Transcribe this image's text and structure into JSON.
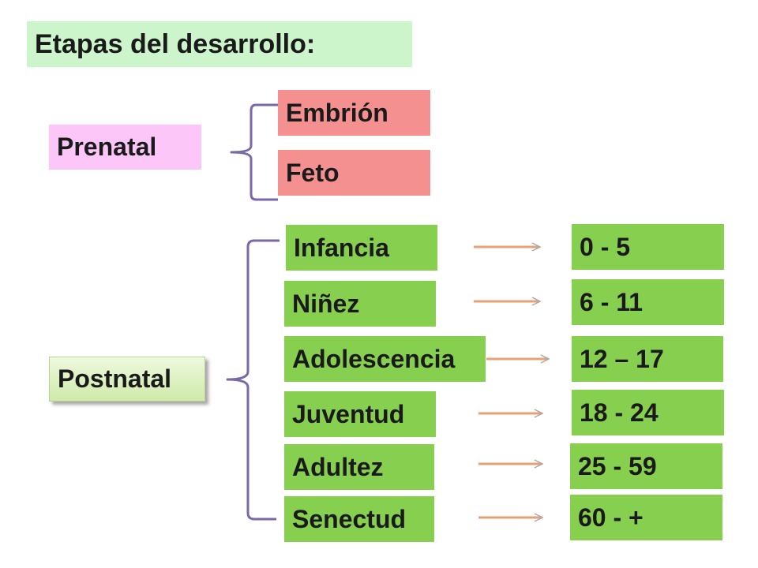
{
  "title": "Etapas del desarrollo:",
  "prenatal": {
    "label": "Prenatal",
    "stages": [
      "Embrión",
      "Feto"
    ]
  },
  "postnatal": {
    "label": "Postnatal",
    "stages": [
      {
        "name": "Infancia",
        "age": "0 - 5"
      },
      {
        "name": "Niñez",
        "age": "6 - 11"
      },
      {
        "name": "Adolescencia",
        "age": "12 – 17"
      },
      {
        "name": "Juventud",
        "age": "18 - 24"
      },
      {
        "name": "Adultez",
        "age": "25 - 59"
      },
      {
        "name": "Senectud",
        "age": "60 - +"
      }
    ]
  },
  "colors": {
    "title_bg": "#ccf5cc",
    "prenatal_bg": "#fcc7f8",
    "prenatal_stage_bg": "#f59091",
    "postnatal_stage_bg": "#86cf4f",
    "bracket": "#7b68a8",
    "arrow": "#e6a176"
  }
}
